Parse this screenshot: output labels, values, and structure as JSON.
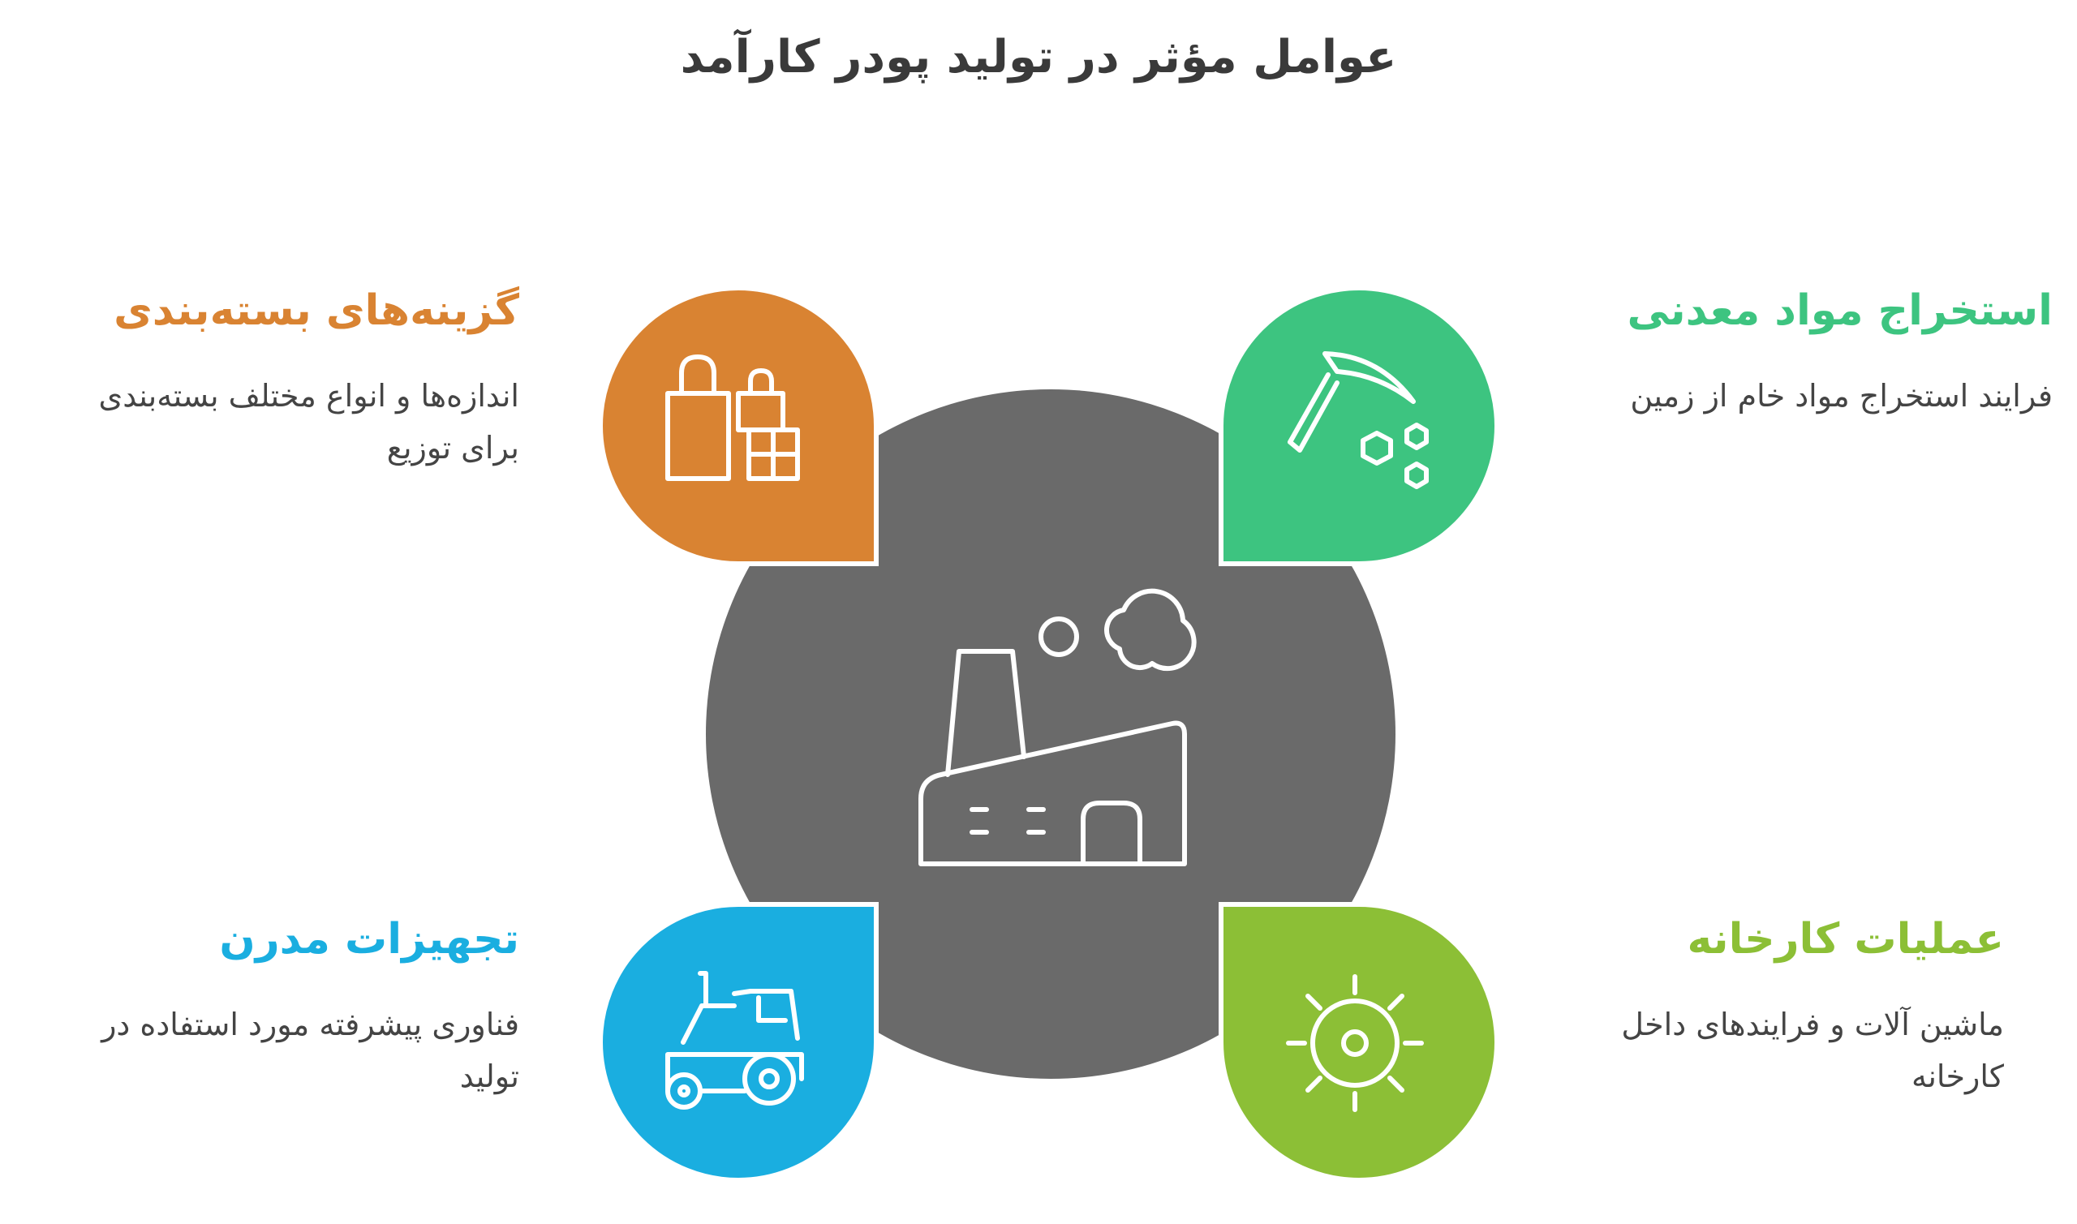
{
  "title": "عوامل مؤثر در تولید پودر کارآمد",
  "colors": {
    "center": "#6a6a6a",
    "mining": "#3dc480",
    "packaging": "#d98332",
    "equipment": "#1aaee0",
    "operations": "#8cbf36"
  },
  "center": {
    "icon": "factory-icon"
  },
  "items": [
    {
      "heading": "استخراج مواد معدنی",
      "description": "فرایند استخراج مواد خام از زمین",
      "icon": "pickaxe-icon"
    },
    {
      "heading": "گزینه‌های بسته‌بندی",
      "description": "اندازه‌ها و انواع مختلف بسته‌بندی برای توزیع",
      "icon": "shopping-bag-icon"
    },
    {
      "heading": "تجهیزات مدرن",
      "description": "فناوری پیشرفته مورد استفاده در تولید",
      "icon": "tractor-icon"
    },
    {
      "heading": "عملیات کارخانه",
      "description": "ماشین آلات و فرایندهای داخل کارخانه",
      "icon": "gear-icon"
    }
  ]
}
